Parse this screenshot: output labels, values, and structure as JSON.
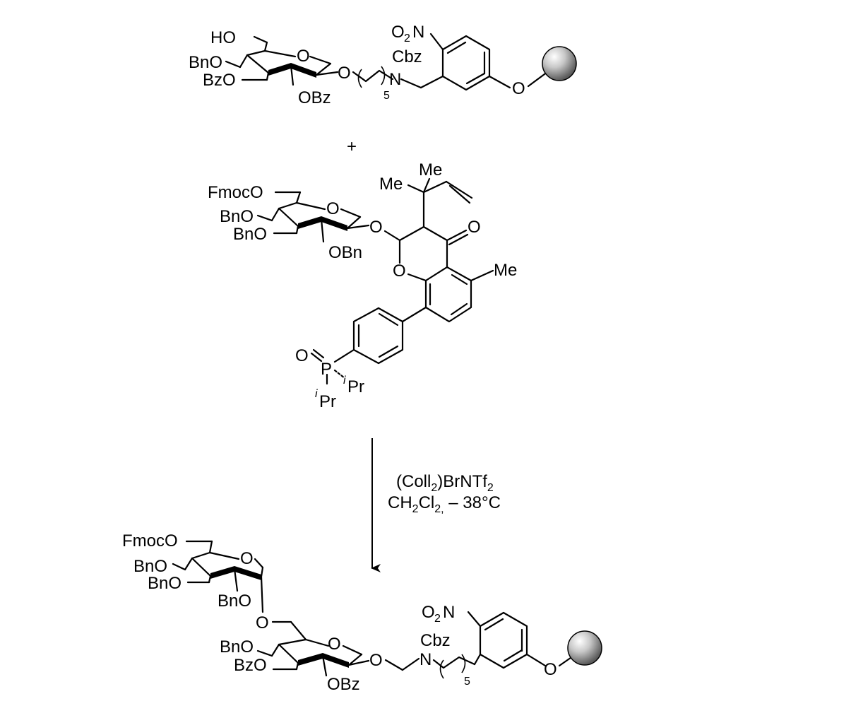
{
  "scheme": {
    "plus_sign": "+",
    "conditions": {
      "line1": {
        "main": "(Coll",
        "sub1": "2",
        "mid": ")BrNTf",
        "sub2": "2"
      },
      "line2": {
        "main": "CH",
        "sub1": "2",
        "mid": "Cl",
        "sub2": "2,",
        "tail": " – 38°C"
      }
    }
  },
  "acceptor": {
    "labels": {
      "HO": "HO",
      "BnO": "BnO",
      "BzO": "BzO",
      "ring_O": "O",
      "OBz": "OBz",
      "link_O": "O",
      "repeat_n": "5",
      "N": "N",
      "Cbz": "Cbz",
      "O2N_O": "O",
      "O2N_sub": "2",
      "O2N_N": "N",
      "aryl_O": "O"
    }
  },
  "donor": {
    "labels": {
      "FmocO": "FmocO",
      "BnO1": "BnO",
      "BnO2": "BnO",
      "ring_O": "O",
      "OBn": "OBn",
      "glyco_O": "O",
      "Me_top": "Me",
      "Me_left": "Me",
      "ketone_O": "O",
      "chroman_O": "O",
      "Me_aryl": "Me",
      "P_O": "O",
      "P": "P",
      "iPr1_i": "i",
      "iPr1": "Pr",
      "iPr2_i": "i",
      "iPr2": "Pr"
    }
  },
  "product": {
    "labels": {
      "FmocO": "FmocO",
      "BnO1": "BnO",
      "BnO2": "BnO",
      "ring1_O": "O",
      "BnO3": "BnO",
      "link_O": "O",
      "BnO4": "BnO",
      "BzO": "BzO",
      "ring2_O": "O",
      "OBz": "OBz",
      "glyco_O": "O",
      "N": "N",
      "Cbz": "Cbz",
      "repeat_n": "5",
      "O2N_O": "O",
      "O2N_sub": "2",
      "O2N_N": "N",
      "aryl_O": "O"
    }
  }
}
